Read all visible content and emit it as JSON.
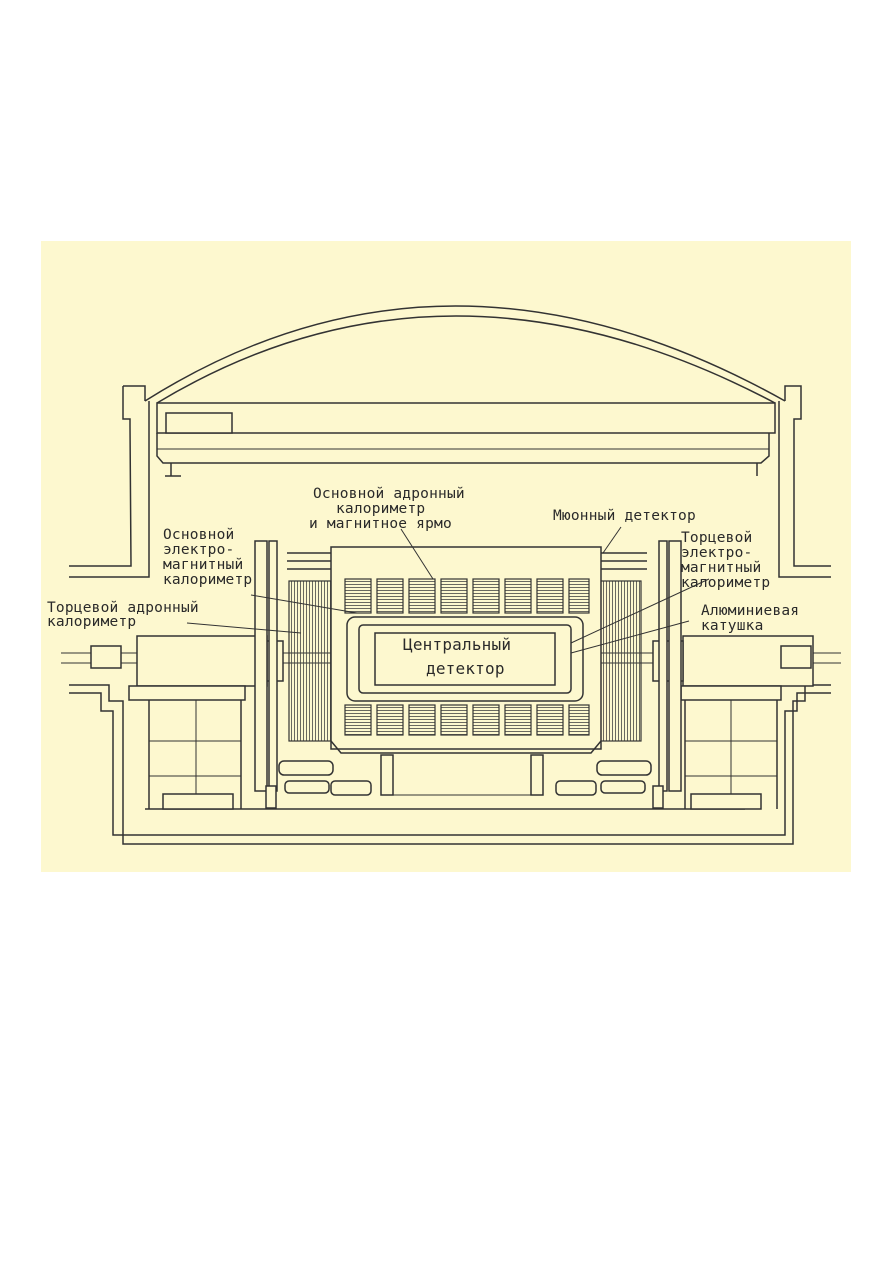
{
  "figure": {
    "background": "#fdf8cf",
    "labels": {
      "main_hadron_calorimeter": [
        "Основной адронный",
        "калориметр",
        "и магнитное ярмо"
      ],
      "muon_detector": "Мюонный детектор",
      "main_em_calorimeter": [
        "Основной",
        "электро-",
        "магнитный",
        "калориметр"
      ],
      "endcap_em_calorimeter": [
        "Торцевой",
        "электро-",
        "магнитный",
        "калориметр"
      ],
      "endcap_hadron_calorimeter": [
        "Торцевой адронный",
        "калориметр"
      ],
      "aluminum_coil": [
        "Алюминиевая",
        "катушка"
      ],
      "central_detector": [
        "Центральный",
        "детектор"
      ]
    }
  }
}
